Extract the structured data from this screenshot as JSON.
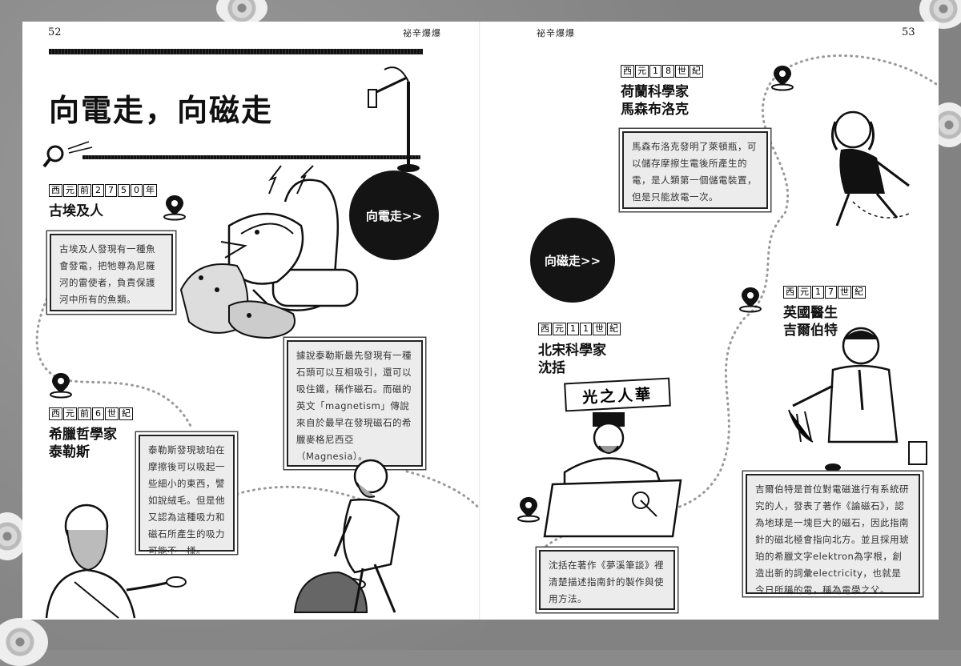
{
  "left_page": {
    "page_number": "52",
    "running_head": "祕辛爆爆",
    "title": "向電走，向磁走",
    "sections": [
      {
        "era": [
          "西",
          "元",
          "前",
          "2",
          "7",
          "5",
          "0",
          "年"
        ],
        "who": "古埃及人",
        "text": "古埃及人發現有一種魚會發電，把牠尊為尼羅河的雷使者，負責保護河中所有的魚類。"
      },
      {
        "era": [
          "西",
          "元",
          "前",
          "6",
          "世",
          "紀"
        ],
        "who": "希臘哲學家\n泰勒斯",
        "text": "泰勒斯發現琥珀在摩擦後可以吸起一些細小的東西，譬如說絨毛。但是他又認為這種吸力和磁石所產生的吸力可能不一樣。"
      }
    ],
    "magnet_note": "據說泰勒斯最先發現有一種石頭可以互相吸引，還可以吸住鐵，稱作磁石。而磁的英文「magnetism」傳說來自於最早在發現磁石的希臘麥格尼西亞（Magnesia）。",
    "badge_electric": "向電走>>"
  },
  "right_page": {
    "page_number": "53",
    "running_head": "祕辛爆爆",
    "badge_magnetic": "向磁走>>",
    "sections": [
      {
        "era": [
          "西",
          "元",
          "1",
          "8",
          "世",
          "紀"
        ],
        "who": "荷蘭科學家\n馬森布洛克",
        "text": "馬森布洛克發明了萊頓瓶，可以儲存摩擦生電後所產生的電，是人類第一個儲電裝置，但是只能放電一次。"
      },
      {
        "era": [
          "西",
          "元",
          "1",
          "7",
          "世",
          "紀"
        ],
        "who": "英國醫生\n吉爾伯特",
        "text": "吉爾伯特是首位對電磁進行有系統研究的人，發表了著作《論磁石》，認為地球是一塊巨大的磁石，因此指南針的磁北極會指向北方。並且採用琥珀的希臘文字elektron為字根，創造出新的詞彙electricity，也就是今日所稱的電，稱為電學之父。"
      },
      {
        "era": [
          "西",
          "元",
          "1",
          "1",
          "世",
          "紀"
        ],
        "who": "北宋科學家\n沈括",
        "text": "沈括在著作《夢溪筆談》裡清楚描述指南針的製作與使用方法。"
      }
    ],
    "banner_text": "光之人華"
  }
}
